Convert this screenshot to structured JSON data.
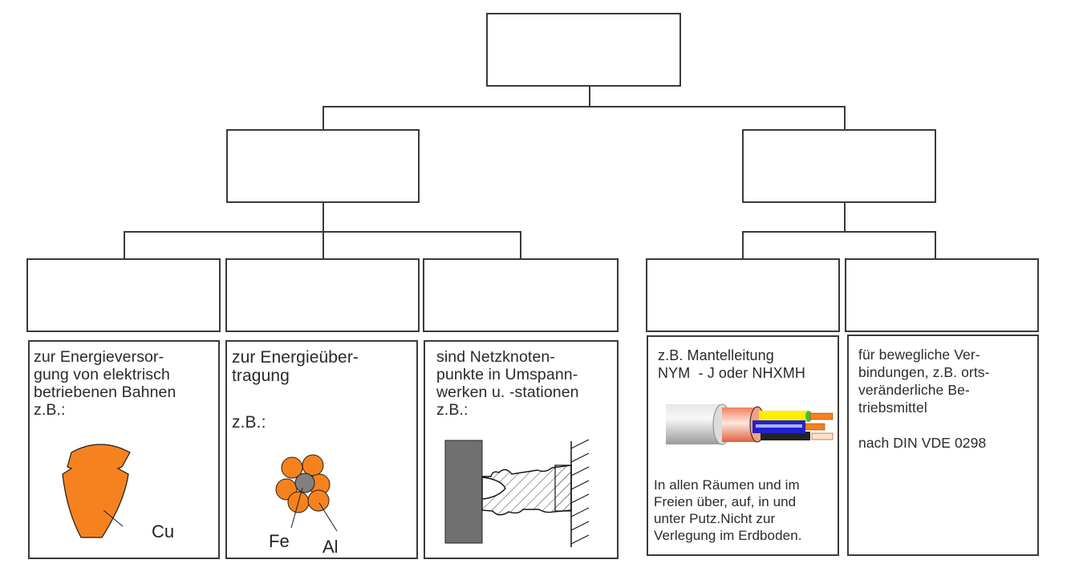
{
  "diagram": {
    "title": "",
    "tree": {
      "root": {
        "label": ""
      },
      "level2": [
        {
          "label": ""
        },
        {
          "label": ""
        }
      ],
      "level3": [
        {
          "label": "",
          "parent": 0
        },
        {
          "label": "",
          "parent": 0
        },
        {
          "label": "",
          "parent": 0
        },
        {
          "label": "",
          "parent": 1
        },
        {
          "label": "",
          "parent": 1
        }
      ]
    },
    "descriptions": [
      {
        "text": "zur Energieversor-\ngung von elektrisch\nbetriebenen Bahnen\nz.B.:",
        "illustration": "copper-contact-wire-profile",
        "labels": [
          "Cu"
        ]
      },
      {
        "text_top": "zur Energieüber-\ntragung",
        "text_bottom": "z.B.:",
        "illustration": "aluminum-steel-stranded-conductor",
        "labels": [
          "Fe",
          "Al"
        ]
      },
      {
        "text": "sind Netzknoten-\npunkte in Umspann-\nwerken u. -stationen\nz.B.:",
        "illustration": "busbar-on-insulator-wall-mount",
        "labels": []
      },
      {
        "text_top": "z.B. Mantelleitung\nNYM  - J oder NHXMH",
        "text_bottom": "In allen Räumen und im\nFreien über, auf, in und\nunter Putz.Nicht zur\nVerlegung im Erdboden.",
        "illustration": "sheathed-cable-cutaway",
        "labels": []
      },
      {
        "text": "für bewegliche Ver-\nbindungen, z.B. orts-\nveränderliche Be-\ntriebsmittel\n\nnach DIN VDE 0298",
        "illustration": "",
        "labels": []
      }
    ],
    "colors": {
      "line": "#3a3a3a",
      "copper": "#f5821f",
      "steel_core": "#808080",
      "busbar": "#707070",
      "cable_sheath": "#c8c8c8",
      "cable_inner": "#f08060",
      "wire_yellow": "#ffee00",
      "wire_blue": "#2020d0",
      "wire_black": "#222222",
      "wire_green": "#40c040"
    }
  }
}
